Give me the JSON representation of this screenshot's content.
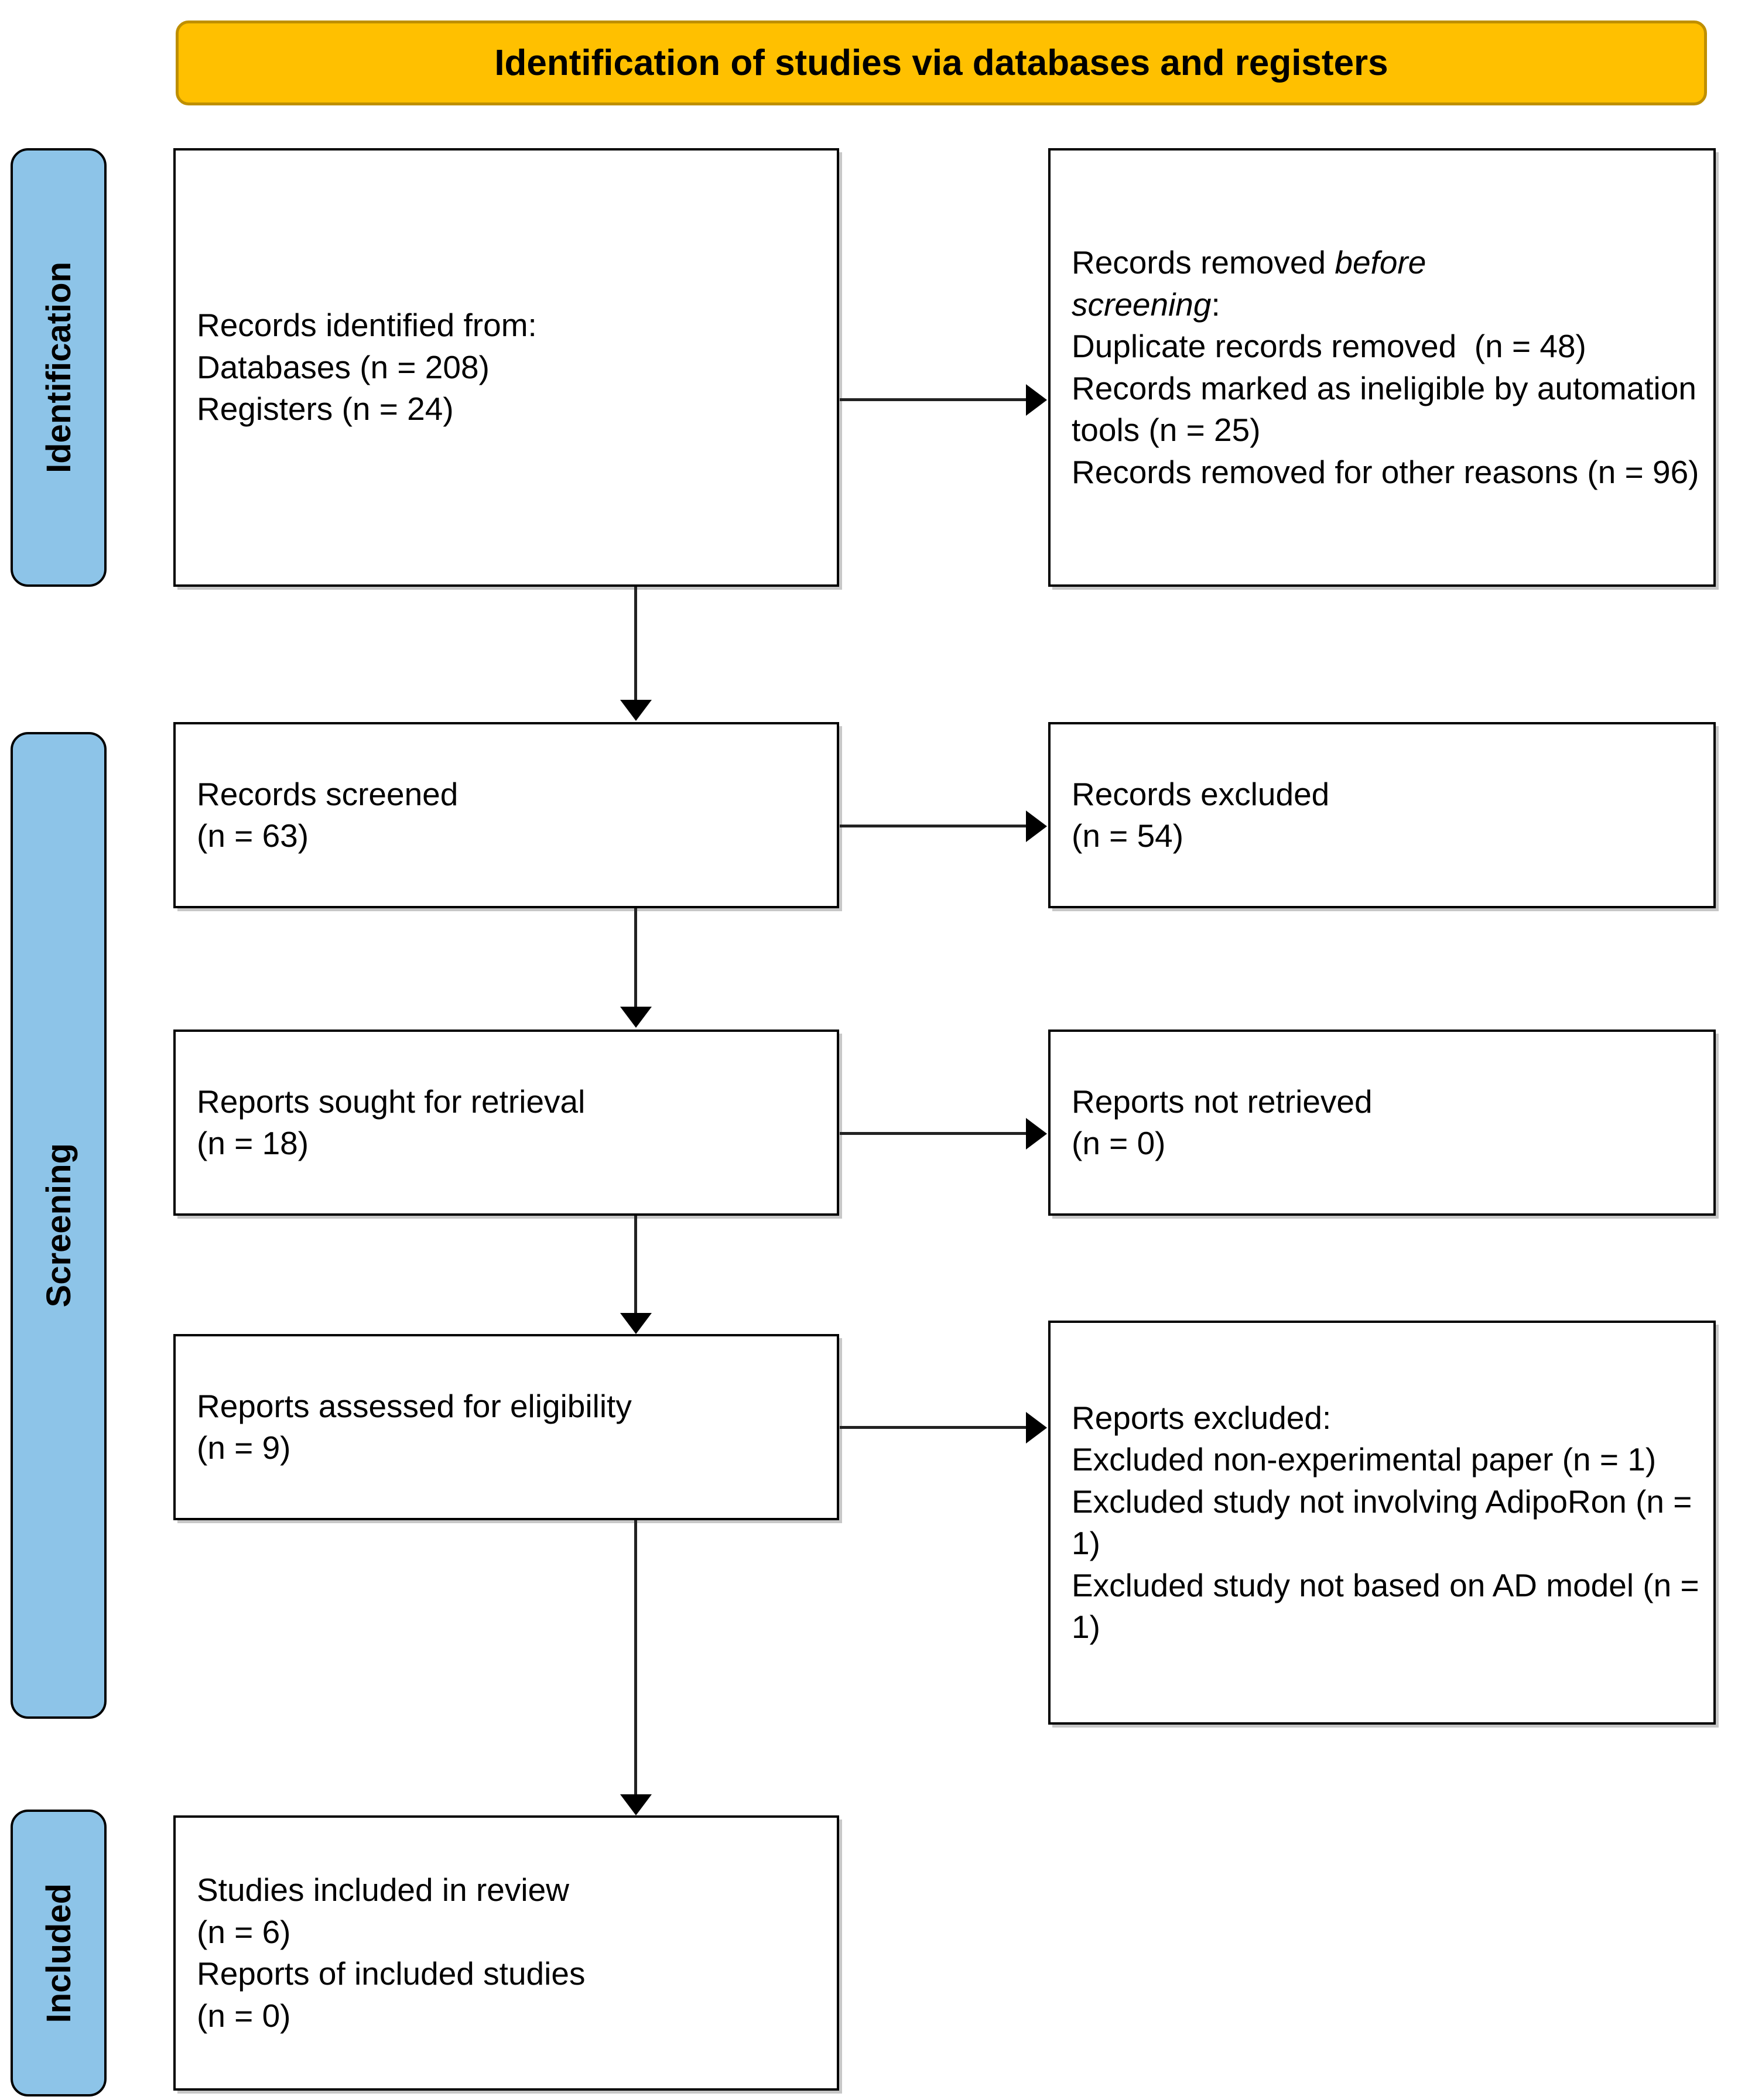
{
  "banner": {
    "title": "Identification of studies via databases and registers",
    "fill_color": "#FFC000",
    "border_color": "#BF8F00"
  },
  "stages": [
    {
      "id": "identification",
      "label": "Identification",
      "fill_color": "#8DC4E8"
    },
    {
      "id": "screening",
      "label": "Screening",
      "fill_color": "#8DC4E8"
    },
    {
      "id": "included",
      "label": "Included",
      "fill_color": "#8DC4E8"
    }
  ],
  "boxes": {
    "records_identified": {
      "line1": "Records identified from:",
      "line2": "Databases (n = 208)",
      "line3": "Registers (n = 24)"
    },
    "records_removed": {
      "line1_plain": "Records removed ",
      "line1_italic": "before",
      "line2_italic": "screening",
      "line2_plain": ":",
      "line3": "Duplicate records removed  (n = 48)",
      "line4": "Records marked as ineligible by automation tools (n = 25)",
      "line5": "Records removed for other reasons (n = 96)"
    },
    "records_screened": {
      "line1": "Records screened",
      "line2": "(n = 63)"
    },
    "records_excluded": {
      "line1": "Records excluded",
      "line2": "(n = 54)"
    },
    "reports_sought": {
      "line1": "Reports sought for retrieval",
      "line2": "(n = 18)"
    },
    "reports_not_retrieved": {
      "line1": "Reports not retrieved",
      "line2": "(n = 0)"
    },
    "reports_assessed": {
      "line1": "Reports assessed for eligibility",
      "line2": "(n = 9)"
    },
    "reports_excluded": {
      "line1": "Reports excluded:",
      "line2": "Excluded non-experimental paper (n = 1)",
      "line3": "Excluded study not involving AdipoRon (n = 1)",
      "line4": "Excluded study not based on AD model (n = 1)"
    },
    "studies_included": {
      "line1": "Studies included in review",
      "line2": "(n = 6)",
      "line3": "Reports of included studies",
      "line4": "(n = 0)"
    }
  },
  "chart_data": {
    "type": "diagram",
    "title": "Identification of studies via databases and registers",
    "nodes": [
      {
        "id": "records_identified",
        "stage": "Identification",
        "column": "left",
        "counts": {
          "Databases": 208,
          "Registers": 24
        }
      },
      {
        "id": "records_removed",
        "stage": "Identification",
        "column": "right",
        "counts": {
          "Duplicate records removed": 48,
          "Records marked as ineligible by automation tools": 25,
          "Records removed for other reasons": 96
        }
      },
      {
        "id": "records_screened",
        "stage": "Screening",
        "column": "left",
        "counts": {
          "n": 63
        }
      },
      {
        "id": "records_excluded",
        "stage": "Screening",
        "column": "right",
        "counts": {
          "n": 54
        }
      },
      {
        "id": "reports_sought",
        "stage": "Screening",
        "column": "left",
        "counts": {
          "n": 18
        }
      },
      {
        "id": "reports_not_retrieved",
        "stage": "Screening",
        "column": "right",
        "counts": {
          "n": 0
        }
      },
      {
        "id": "reports_assessed",
        "stage": "Screening",
        "column": "left",
        "counts": {
          "n": 9
        }
      },
      {
        "id": "reports_excluded",
        "stage": "Screening",
        "column": "right",
        "counts": {
          "Excluded non-experimental paper": 1,
          "Excluded study not involving AdipoRon": 1,
          "Excluded study not based on AD model": 1
        }
      },
      {
        "id": "studies_included",
        "stage": "Included",
        "column": "left",
        "counts": {
          "Studies included in review": 6,
          "Reports of included studies": 0
        }
      }
    ],
    "edges": [
      {
        "from": "records_identified",
        "to": "records_removed",
        "direction": "right"
      },
      {
        "from": "records_identified",
        "to": "records_screened",
        "direction": "down"
      },
      {
        "from": "records_screened",
        "to": "records_excluded",
        "direction": "right"
      },
      {
        "from": "records_screened",
        "to": "reports_sought",
        "direction": "down"
      },
      {
        "from": "reports_sought",
        "to": "reports_not_retrieved",
        "direction": "right"
      },
      {
        "from": "reports_sought",
        "to": "reports_assessed",
        "direction": "down"
      },
      {
        "from": "reports_assessed",
        "to": "reports_excluded",
        "direction": "right"
      },
      {
        "from": "reports_assessed",
        "to": "studies_included",
        "direction": "down"
      }
    ]
  }
}
